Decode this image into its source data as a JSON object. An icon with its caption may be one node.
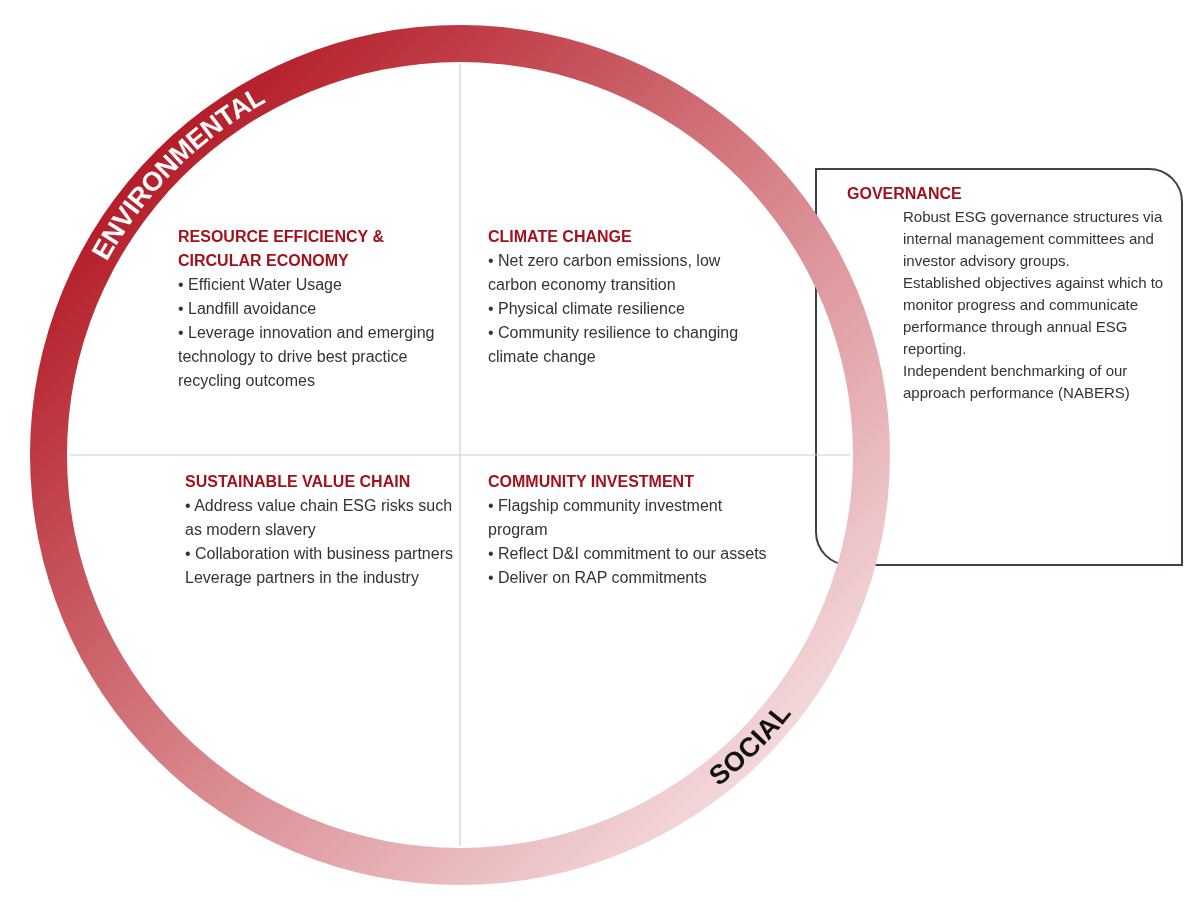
{
  "diagram": {
    "nodes": [
      {
        "text": [
          "ENVIRONMENTAL",
          "SOCIAL"
        ]
      },
      {
        "text": [
          "RESOURCE EFFICIENCY & CIRCULAR ECONOMY",
          "• Efficient Water Usage",
          "• Landfill avoidance",
          "• Leverage innovation and emerging technology to drive best practice recycling outcomes"
        ],
        "in": 0
      },
      {
        "text": [
          "CLIMATE CHANGE",
          "• Net zero carbon emissions, low carbon economy transition",
          "• Physical climate resilience",
          "• Community resilience to changing climate change"
        ],
        "in": 0
      },
      {
        "text": [
          "SUSTAINABLE VALUE CHAIN",
          "• Address value chain ESG risks such as modern slavery",
          "• Collaboration with business partners",
          "Leverage partners in the industry"
        ],
        "in": 0
      },
      {
        "text": [
          "COMMUNITY INVESTMENT",
          "• Flagship community investment program",
          "• Reflect D&I commitment to our assets",
          "• Deliver on RAP commitments"
        ],
        "in": 0
      },
      {
        "text": [
          "GOVERNANCE",
          "Robust ESG governance structures via internal management committees and investor advisory groups.",
          "Established objectives against which to monitor progress and communicate performance through annual ESG reporting.",
          "Independent benchmarking of our approach performance (NABERS)"
        ]
      }
    ],
    "edges": []
  }
}
